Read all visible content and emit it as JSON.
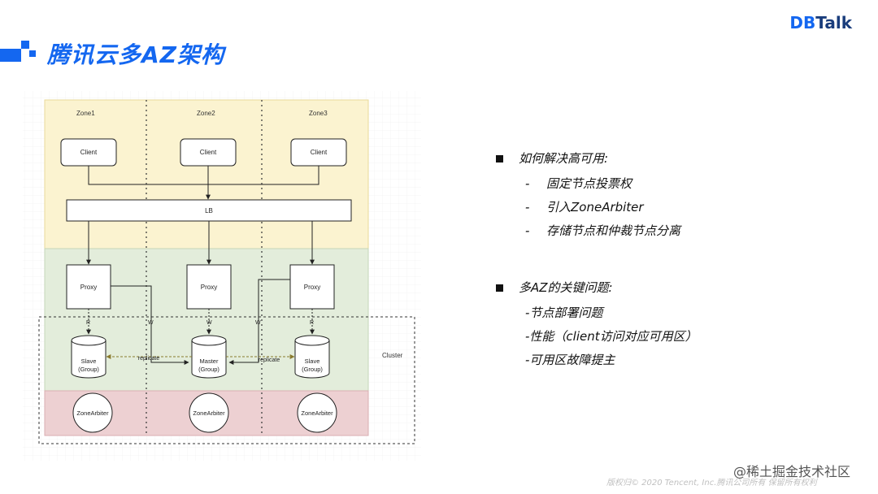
{
  "header": {
    "title": "腾讯云多AZ架构",
    "logo_part1": "DB",
    "logo_part2": "Talk"
  },
  "diagram": {
    "zones": [
      "Zone1",
      "Zone2",
      "Zone3"
    ],
    "client_label": "Client",
    "lb_label": "LB",
    "proxy_label": "Proxy",
    "read_label": "R",
    "write_label": "W",
    "slave_label_1": "Slave",
    "slave_label_2": "(Group)",
    "master_label_1": "Master",
    "master_label_2": "(Group)",
    "replicate_label": "replicate",
    "arbiter_label": "ZoneArbiter",
    "cluster_label": "Cluster"
  },
  "bullets": {
    "section1_title": "如何解决高可用:",
    "section1_items": [
      "固定节点投票权",
      "引入ZoneArbiter",
      "存储节点和仲裁节点分离"
    ],
    "section1_dash": "-",
    "section2_title": "多AZ的关键问题:",
    "section2_items": [
      "-节点部署问题",
      "-性能（client访问对应可用区）",
      "-可用区故障提主"
    ]
  },
  "footer": {
    "copyright": "版权归© 2020 Tencent, Inc.腾讯公司所有  保留所有权利",
    "watermark": "@稀土掘金技术社区"
  },
  "colors": {
    "accent": "#1467f0",
    "zone_yellow": "#fbf3d0",
    "zone_green": "#e3eddb",
    "zone_red": "#edd0d2"
  }
}
